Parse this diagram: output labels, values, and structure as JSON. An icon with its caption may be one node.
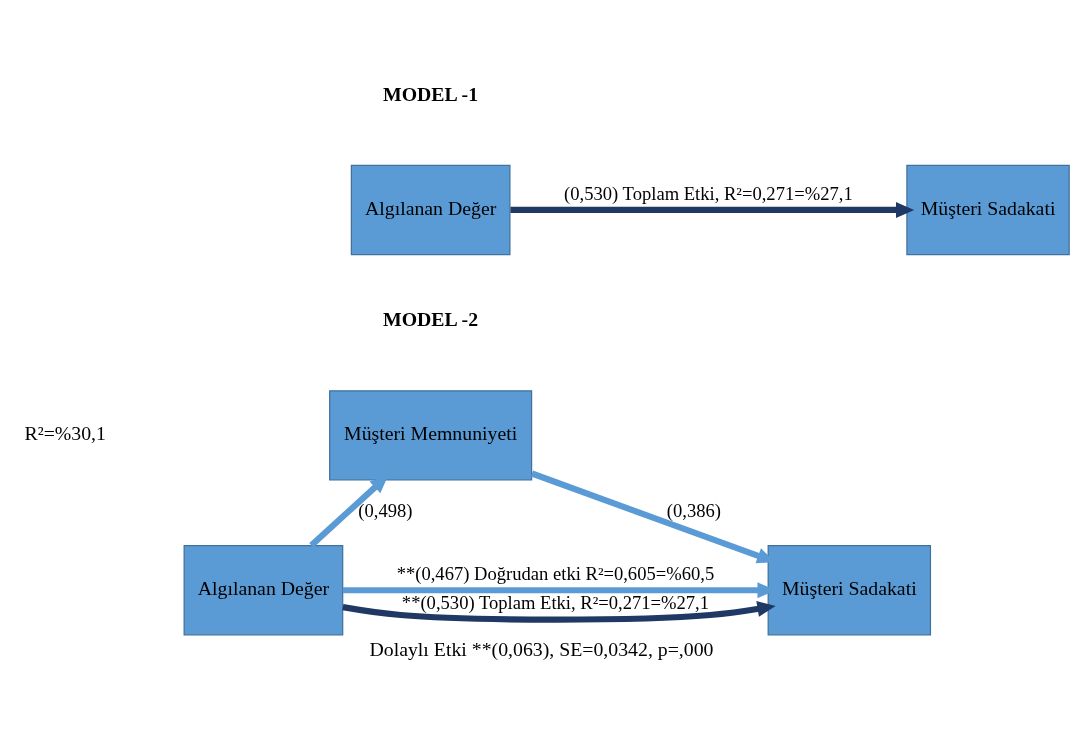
{
  "diagram": {
    "caption": "Dolaylı Etki **(0,063), SE=0,0342, p=,000",
    "nodes": [
      {
        "text": [
          "Algılanan Değer"
        ]
      },
      {
        "text": [
          "Müşteri Sadakati"
        ]
      },
      {
        "text": [
          "Müşteri Memnuniyeti"
        ]
      },
      {
        "text": [
          "Algılanan Değer"
        ]
      },
      {
        "text": [
          "Müşteri Sadakati"
        ]
      }
    ],
    "edges": [
      {
        "from": 0,
        "to": 1,
        "arrow": "to",
        "label": "(0,530) Toplam Etki, R²=0,271=%27,1",
        "color": "#1f3864"
      },
      {
        "from": 3,
        "to": 2,
        "arrow": "to",
        "label": "(0,498)"
      },
      {
        "from": 2,
        "to": 4,
        "arrow": "to",
        "label": "(0,386)"
      },
      {
        "from": 3,
        "to": 4,
        "arrow": "to",
        "label": "**(0,467) Doğrudan etki R²=0,605=%60,5"
      },
      {
        "from": 3,
        "to": 4,
        "arrow": "to",
        "label": "**(0,530) Toplam Etki, R²=0,271=%27,1",
        "color": "#1f3864"
      }
    ],
    "labels": [
      "MODEL -1",
      "MODEL -2",
      "R²=%30,1"
    ]
  }
}
